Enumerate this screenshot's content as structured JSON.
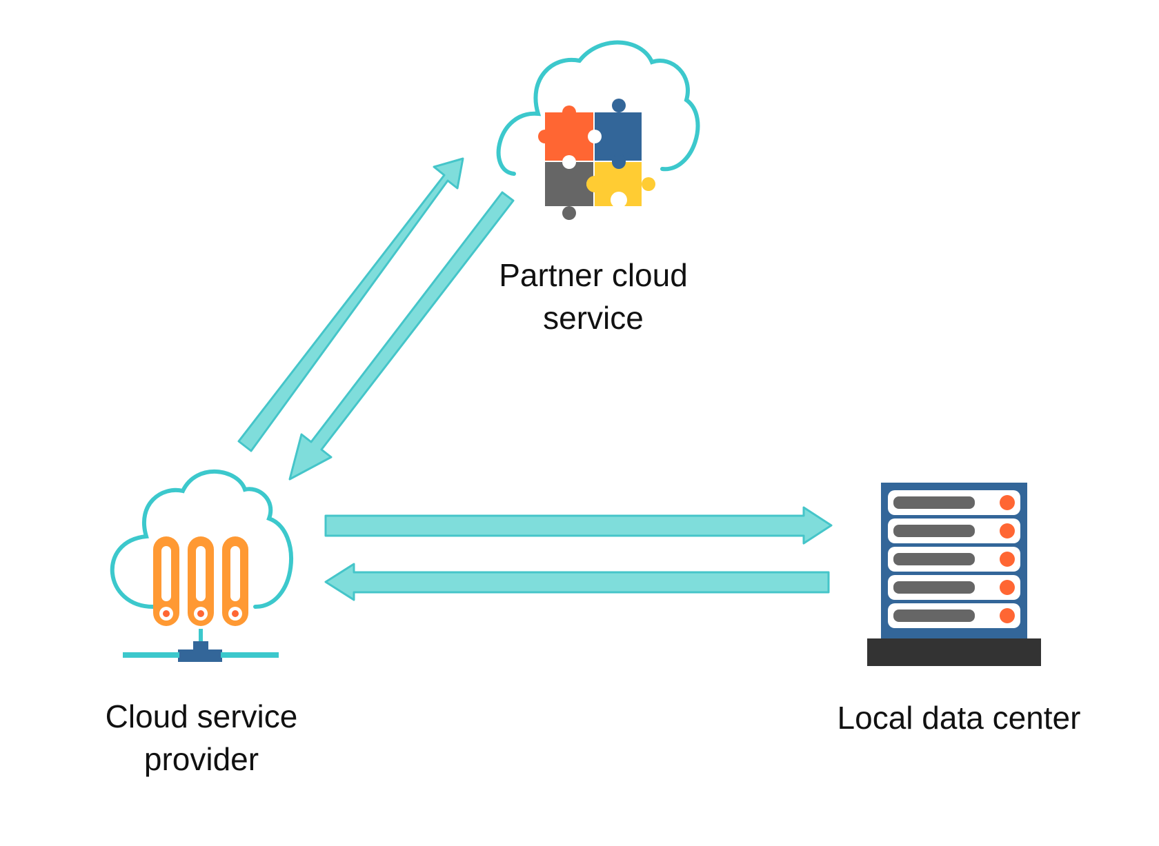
{
  "diagram": {
    "nodes": {
      "partner": {
        "line1": "Partner cloud",
        "line2": "service",
        "icon": "puzzle-cloud-icon"
      },
      "provider": {
        "line1": "Cloud service",
        "line2": "provider",
        "icon": "server-cloud-icon"
      },
      "local": {
        "line1": "Local data center",
        "icon": "server-rack-icon"
      }
    },
    "edges": [
      {
        "from": "provider",
        "to": "partner"
      },
      {
        "from": "partner",
        "to": "provider"
      },
      {
        "from": "provider",
        "to": "local"
      },
      {
        "from": "local",
        "to": "provider"
      }
    ],
    "colors": {
      "cloud_outline": "#3CC8CC",
      "arrow_fill": "#7FDDDB",
      "arrow_stroke": "#45C5C9",
      "puzzle_orange": "#FF6633",
      "puzzle_blue": "#336699",
      "puzzle_gray": "#666666",
      "puzzle_yellow": "#FFCC33",
      "server_orange": "#FF9933",
      "rack_blue": "#336699",
      "rack_base": "#333333"
    }
  }
}
